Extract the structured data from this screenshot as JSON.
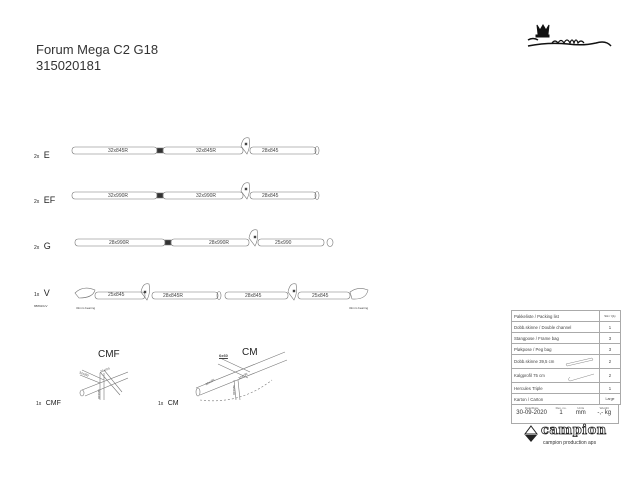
{
  "header": {
    "title": "Forum Mega C2 G18",
    "number": "315020181",
    "brand_logo": "Isabella"
  },
  "rows": [
    {
      "qty": "2x",
      "code": "E",
      "tubes": [
        "32x845R",
        "32x845R",
        "28x845"
      ]
    },
    {
      "qty": "2x",
      "code": "EF",
      "tubes": [
        "32x990R",
        "32x990R",
        "28x845"
      ]
    },
    {
      "qty": "2x",
      "code": "G",
      "tubes": [
        "28x990R",
        "28x990R",
        "25x990"
      ]
    },
    {
      "qty": "1x",
      "code": "V",
      "subcode": "888920xV",
      "tubes": [
        "25x845",
        "28x845R",
        "28x845",
        "25x845"
      ],
      "left_note": "32mm bearing",
      "right_note": "32mm bearing"
    }
  ],
  "fittings": [
    {
      "qty": "1x",
      "code": "CMF",
      "title": "CMF",
      "labels": [
        "32x250",
        "32x100",
        "32x100"
      ]
    },
    {
      "qty": "1x",
      "code": "CM",
      "title": "CM",
      "bolt": "6x60",
      "labels": [
        "32x100",
        "32x130",
        "32x100"
      ]
    }
  ],
  "packing_list": {
    "header": "Pakkeliste / Packing list",
    "qty_header": "Stk / Qty",
    "items": [
      {
        "name": "Dobb.skinne / Double channel",
        "qty": "1"
      },
      {
        "name": "Stangpose / Frame bag",
        "qty": "3"
      },
      {
        "name": "Pløkpose / Peg bag",
        "qty": "3"
      },
      {
        "name": "Dobb.skinne 39,5 cm",
        "qty": "2"
      },
      {
        "name": "Kalgprofil 75 cm",
        "qty": "2"
      },
      {
        "name": "Hercules Triple",
        "qty": "1"
      },
      {
        "name": "Karton / Carton",
        "qty": "Large"
      }
    ]
  },
  "footer": {
    "date_label": "Date/Date",
    "date": "30-09-2020",
    "rev_label": "Rev. no.",
    "rev": "1",
    "units_label": "Units",
    "units": "mm",
    "weight_label": "Weight",
    "weight": "-,- kg"
  },
  "company": {
    "logo": "campion",
    "name": "campion production aps"
  }
}
